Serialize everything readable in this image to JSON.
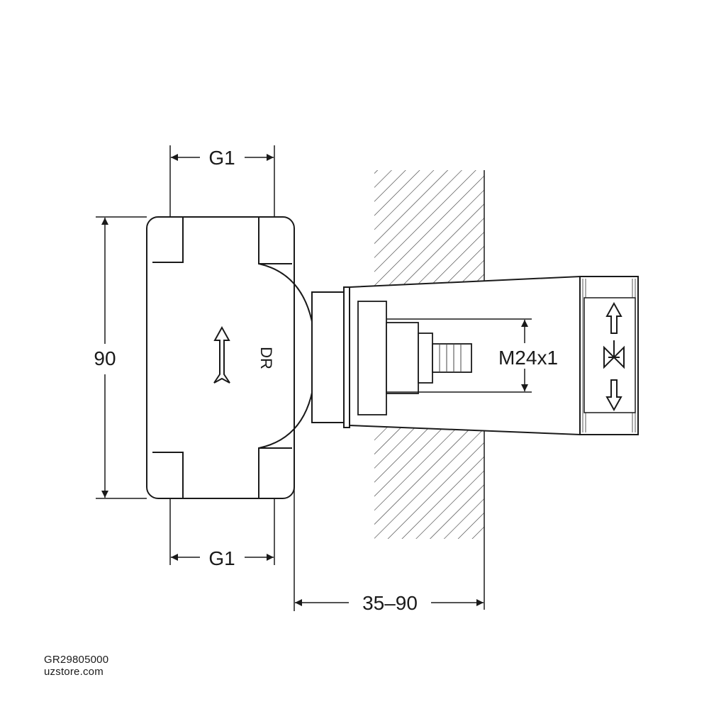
{
  "drawing": {
    "dimensions": {
      "top_thread": "G1",
      "bottom_thread": "G1",
      "height": "90",
      "install_depth": "35–90",
      "spindle_thread": "M24x1"
    },
    "body_marking": "DR"
  },
  "footer": {
    "product_code": "GR29805000",
    "store": "uzstore.com"
  }
}
